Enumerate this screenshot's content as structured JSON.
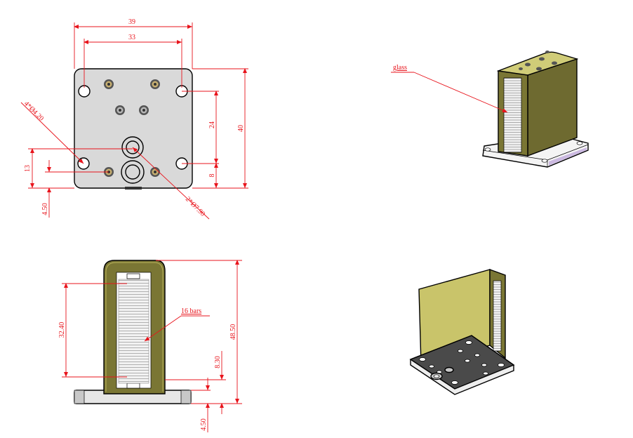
{
  "dimensions": {
    "top_width_outer": "39",
    "top_width_holes": "33",
    "top_height": "40",
    "top_hole_spacing_v": "24",
    "top_bottom_offset": "8",
    "top_left_13": "13",
    "top_left_450": "4.50",
    "small_holes": "4*Ø4.20",
    "large_holes": "2*Ø7.90",
    "front_height_inner": "32.40",
    "front_height_total": "48.50",
    "front_offset": "8.30",
    "front_base": "4.50"
  },
  "labels": {
    "glass": "glass",
    "bars": "16 bars"
  },
  "colors": {
    "dimension": "#e8141c",
    "olive": "#7a7634",
    "olive_light": "#c9c46a",
    "plate": "#d9d9d9",
    "base_shadow": "#cbb9e0"
  }
}
